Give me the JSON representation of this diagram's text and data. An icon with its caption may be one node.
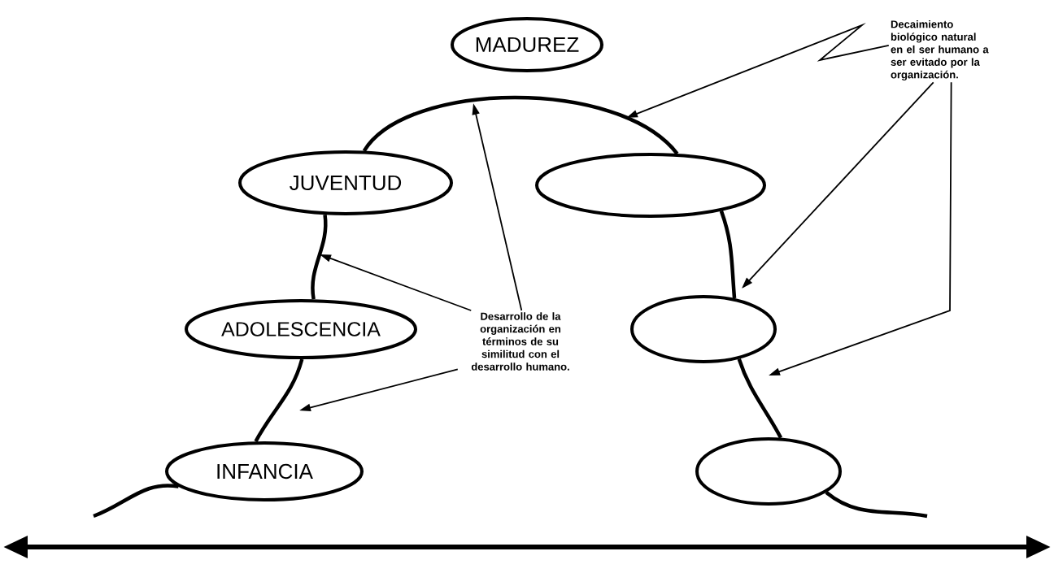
{
  "diagram": {
    "nodes": [
      {
        "text": [
          "MADUREZ"
        ]
      },
      {
        "text": [
          "JUVENTUD"
        ]
      },
      {
        "text": [],
        "shape": "ellipse"
      },
      {
        "text": [
          "ADOLESCENCIA"
        ]
      },
      {
        "text": [],
        "shape": "ellipse"
      },
      {
        "text": [
          "INFANCIA"
        ]
      },
      {
        "text": [],
        "shape": "ellipse"
      },
      {
        "text": [
          "Desarrollo de la organización en términos de su similitud con el desarrollo humano."
        ]
      },
      {
        "text": [
          "Decaimiento biológico natural en el ser humano a ser evitado por la organización."
        ]
      }
    ],
    "edges": [
      {
        "from": null,
        "to": 5,
        "arrow": "none"
      },
      {
        "from": 5,
        "to": 3,
        "arrow": "none"
      },
      {
        "from": 3,
        "to": 1,
        "arrow": "none"
      },
      {
        "from": 1,
        "to": 2,
        "arrow": "none"
      },
      {
        "from": 2,
        "to": 4,
        "arrow": "none"
      },
      {
        "from": 4,
        "to": 6,
        "arrow": "none"
      },
      {
        "from": 6,
        "to": null,
        "arrow": "none"
      },
      {
        "from": 7,
        "to": null,
        "arrow": "to"
      },
      {
        "from": 7,
        "to": null,
        "arrow": "to"
      },
      {
        "from": 7,
        "to": null,
        "arrow": "to"
      },
      {
        "from": 8,
        "to": null,
        "arrow": "to"
      },
      {
        "from": 8,
        "to": null,
        "arrow": "to"
      },
      {
        "from": 8,
        "to": null,
        "arrow": "to"
      }
    ]
  }
}
